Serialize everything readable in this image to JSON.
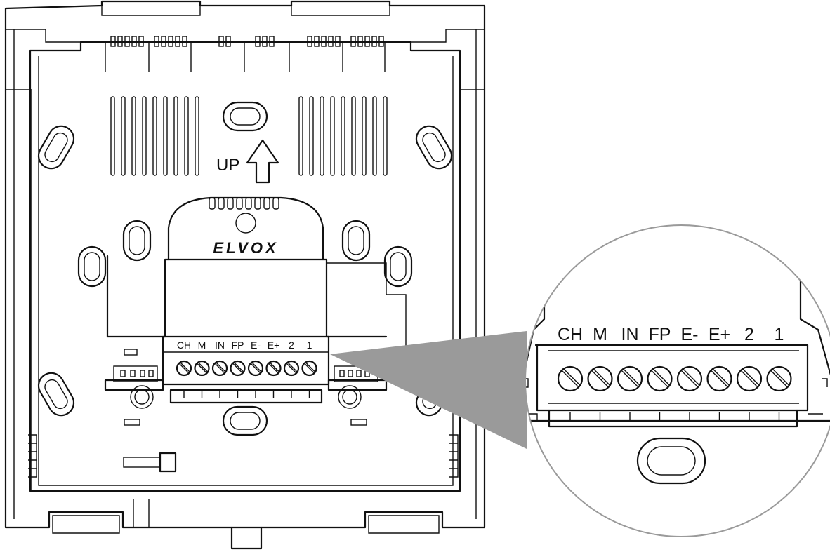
{
  "brand": {
    "logo_text": "ELVOX"
  },
  "orientation": {
    "up_label": "UP"
  },
  "terminal_labels": [
    "CH",
    "M",
    "IN",
    "FP",
    "E-",
    "E+",
    "2",
    "1"
  ],
  "colors": {
    "line": "#111111",
    "background": "#ffffff",
    "callout": "#9a9a9a"
  }
}
